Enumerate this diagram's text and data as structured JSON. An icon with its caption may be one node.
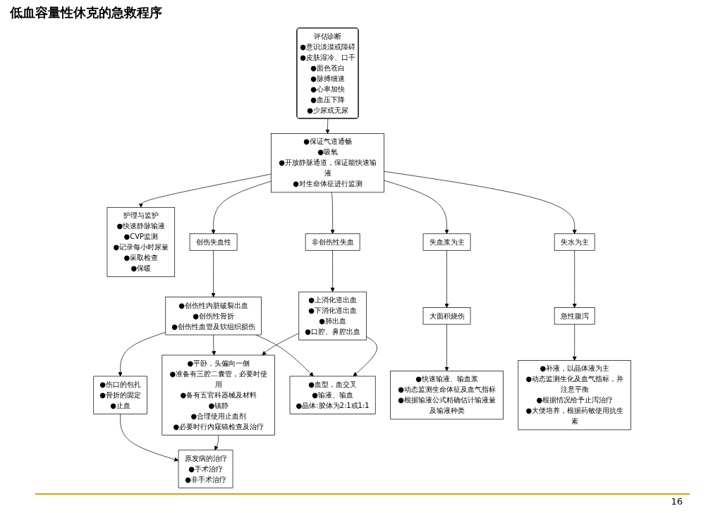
{
  "diagram": {
    "title": "低血容量性休克的急救程序",
    "nodes": [
      {
        "text": [
          "评估诊断",
          "●意识淡漠或障碍",
          "●皮肤湿冷、口干",
          "●面色苍白",
          "●脉搏细速",
          "●心率加快",
          "●血压下降",
          "●少尿或无尿"
        ]
      },
      {
        "text": [
          "●保证气道通畅",
          "●吸氧",
          "●开放静脉通道，保证能快速输液",
          "●对生命体征进行监测"
        ]
      },
      {
        "text": [
          "护理与监护",
          "●快速静脉输液",
          "●CVP监测",
          "●记录每小时尿量",
          "●采取检查",
          "●保暖"
        ]
      },
      {
        "text": [
          "创伤失血性"
        ]
      },
      {
        "text": [
          "非创伤性失血"
        ]
      },
      {
        "text": [
          "失血浆为主"
        ]
      },
      {
        "text": [
          "失水为主"
        ]
      },
      {
        "text": [
          "●创伤性内脏破裂出血",
          "●创伤性骨折",
          "●创伤性血管及软组织损伤"
        ]
      },
      {
        "text": [
          "●上消化道出血",
          "●下消化道出血",
          "●肺出血",
          "●口腔、鼻腔出血"
        ]
      },
      {
        "text": [
          "大面积烧伤"
        ]
      },
      {
        "text": [
          "急性腹泻"
        ]
      },
      {
        "text": [
          "●伤口的包扎",
          "●骨折的固定",
          "●止血"
        ]
      },
      {
        "text": [
          "●血型，血交叉",
          "●输液、输血",
          "●晶体:胶体为2:1或1:1"
        ]
      },
      {
        "text": [
          "●快速输液、输血浆",
          "●动态监测生命体征及血气指标",
          "●根据输液公式精确估计输液量及输液种类"
        ]
      },
      {
        "text": [
          "●补液，以晶体液为主",
          "●动态监测生化及血气指标，并注意平衡",
          "●根据情况给予止泻治疗",
          "●大便培养，根据药敏使用抗生素"
        ]
      },
      {
        "text": [
          "●平卧，头偏向一侧",
          "●准备有三腔二囊管，必要时使用",
          "●备有五官科器械及材料",
          "●镇静",
          "●合理使用止血剂",
          "●必要时行内窥镜检查及治疗"
        ]
      },
      {
        "text": [
          "原发病的治疗",
          "●手术治疗",
          "●非手术治疗"
        ]
      }
    ],
    "edges": [
      {
        "from": 0,
        "to": 1,
        "arrow": "to"
      },
      {
        "from": 1,
        "to": 2,
        "arrow": "to"
      },
      {
        "from": 1,
        "to": 3,
        "arrow": "to"
      },
      {
        "from": 1,
        "to": 4,
        "arrow": "to"
      },
      {
        "from": 1,
        "to": 5,
        "arrow": "to"
      },
      {
        "from": 1,
        "to": 6,
        "arrow": "to"
      },
      {
        "from": 3,
        "to": 7,
        "arrow": "to"
      },
      {
        "from": 4,
        "to": 8,
        "arrow": "to"
      },
      {
        "from": 5,
        "to": 9,
        "arrow": "to"
      },
      {
        "from": 6,
        "to": 10,
        "arrow": "to"
      },
      {
        "from": 7,
        "to": 11,
        "arrow": "to"
      },
      {
        "from": 7,
        "to": 12,
        "arrow": "to"
      },
      {
        "from": 8,
        "to": 12,
        "arrow": "to"
      },
      {
        "from": 7,
        "to": 15,
        "arrow": "to"
      },
      {
        "from": 8,
        "to": 15,
        "arrow": "to"
      },
      {
        "from": 9,
        "to": 13,
        "arrow": "to"
      },
      {
        "from": 10,
        "to": 14,
        "arrow": "to"
      },
      {
        "from": 11,
        "to": 16,
        "arrow": "to"
      },
      {
        "from": 15,
        "to": 16,
        "arrow": "to"
      }
    ],
    "labels": [
      "16"
    ]
  }
}
